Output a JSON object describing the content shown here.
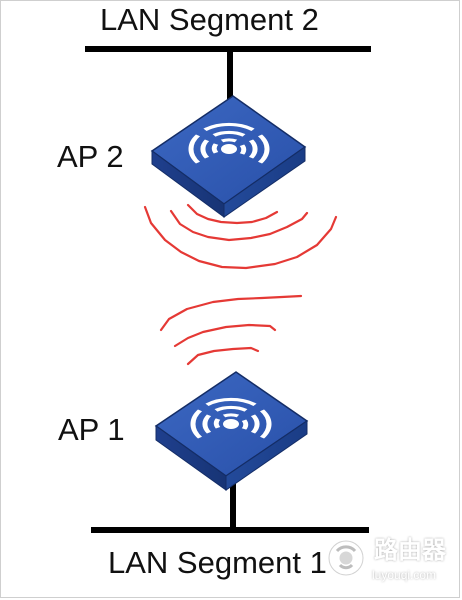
{
  "segments": {
    "top": "LAN Segment 2",
    "bottom": "LAN Segment 1"
  },
  "access_points": {
    "ap2": "AP 2",
    "ap1": "AP 1"
  },
  "watermark": {
    "brand": "路由器",
    "domain": "luyouqi.com"
  },
  "colors": {
    "wire": "#000000",
    "ap_body": "#1f4ca3",
    "signal": "#e53935"
  },
  "icons": {
    "ap": "wireless-access-point-icon",
    "signal": "radio-wave-icon"
  }
}
